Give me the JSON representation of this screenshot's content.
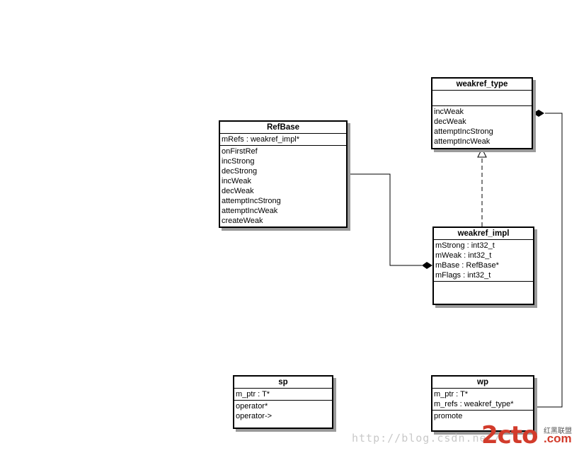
{
  "classes": {
    "refbase": {
      "name": "RefBase",
      "attributes": [
        "mRefs : weakref_impl*"
      ],
      "operations": [
        "onFirstRef",
        "incStrong",
        "decStrong",
        "incWeak",
        "decWeak",
        "attemptIncStrong",
        "attemptIncWeak",
        "createWeak"
      ]
    },
    "weakref_type": {
      "name": "weakref_type",
      "attributes": [],
      "operations": [
        "incWeak",
        "decWeak",
        "attemptIncStrong",
        "attemptIncWeak"
      ]
    },
    "weakref_impl": {
      "name": "weakref_impl",
      "attributes": [
        "mStrong : int32_t",
        "mWeak : int32_t",
        "mBase : RefBase*",
        "mFlags : int32_t"
      ],
      "operations": []
    },
    "sp": {
      "name": "sp",
      "attributes": [
        "m_ptr : T*"
      ],
      "operations": [
        "operator*",
        "operator->"
      ]
    },
    "wp": {
      "name": "wp",
      "attributes": [
        "m_ptr : T*",
        "m_refs : weakref_type*"
      ],
      "operations": [
        "promote"
      ]
    }
  },
  "relationships": [
    {
      "from": "RefBase",
      "to": "weakref_impl",
      "kind": "composition"
    },
    {
      "from": "weakref_impl",
      "to": "weakref_type",
      "kind": "realization"
    },
    {
      "from": "wp",
      "to": "weakref_type",
      "kind": "composition"
    }
  ],
  "watermark": {
    "url": "http://blog.csdn.net/",
    "logo": "2cto",
    "logo_cn": "红黑联盟",
    "logo_com": ".com"
  }
}
